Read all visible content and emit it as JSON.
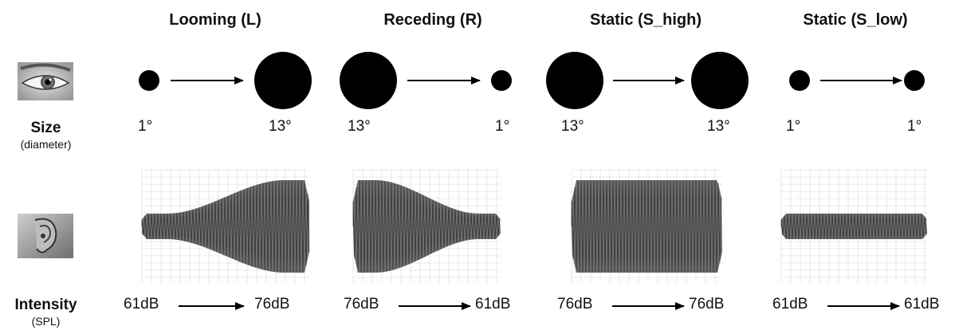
{
  "row_labels": {
    "size_main": "Size",
    "size_sub": "(diameter)",
    "intensity_main": "Intensity",
    "intensity_sub": "(SPL)"
  },
  "icons": {
    "visual": "eye-icon",
    "auditory": "ear-icon"
  },
  "conditions": [
    {
      "title": "Looming (L)",
      "size_start": "1°",
      "size_end": "13°",
      "size_start_deg": 1,
      "size_end_deg": 13,
      "db_start": "61dB",
      "db_end": "76dB",
      "db_start_val": 61,
      "db_end_val": 76,
      "waveform": "rising"
    },
    {
      "title": "Receding (R)",
      "size_start": "13°",
      "size_end": "1°",
      "size_start_deg": 13,
      "size_end_deg": 1,
      "db_start": "76dB",
      "db_end": "61dB",
      "db_start_val": 76,
      "db_end_val": 61,
      "waveform": "falling"
    },
    {
      "title": "Static (S_high)",
      "size_start": "13°",
      "size_end": "13°",
      "size_start_deg": 13,
      "size_end_deg": 13,
      "db_start": "76dB",
      "db_end": "76dB",
      "db_start_val": 76,
      "db_end_val": 76,
      "waveform": "constant-high"
    },
    {
      "title": "Static (S_low)",
      "size_start": "1°",
      "size_end": "1°",
      "size_start_deg": 1,
      "size_end_deg": 1,
      "db_start": "61dB",
      "db_end": "61dB",
      "db_start_val": 61,
      "db_end_val": 61,
      "waveform": "constant-low"
    }
  ],
  "colors": {
    "disc": "#000000",
    "waveform": "#555555",
    "grid": "#d8d8d8"
  }
}
